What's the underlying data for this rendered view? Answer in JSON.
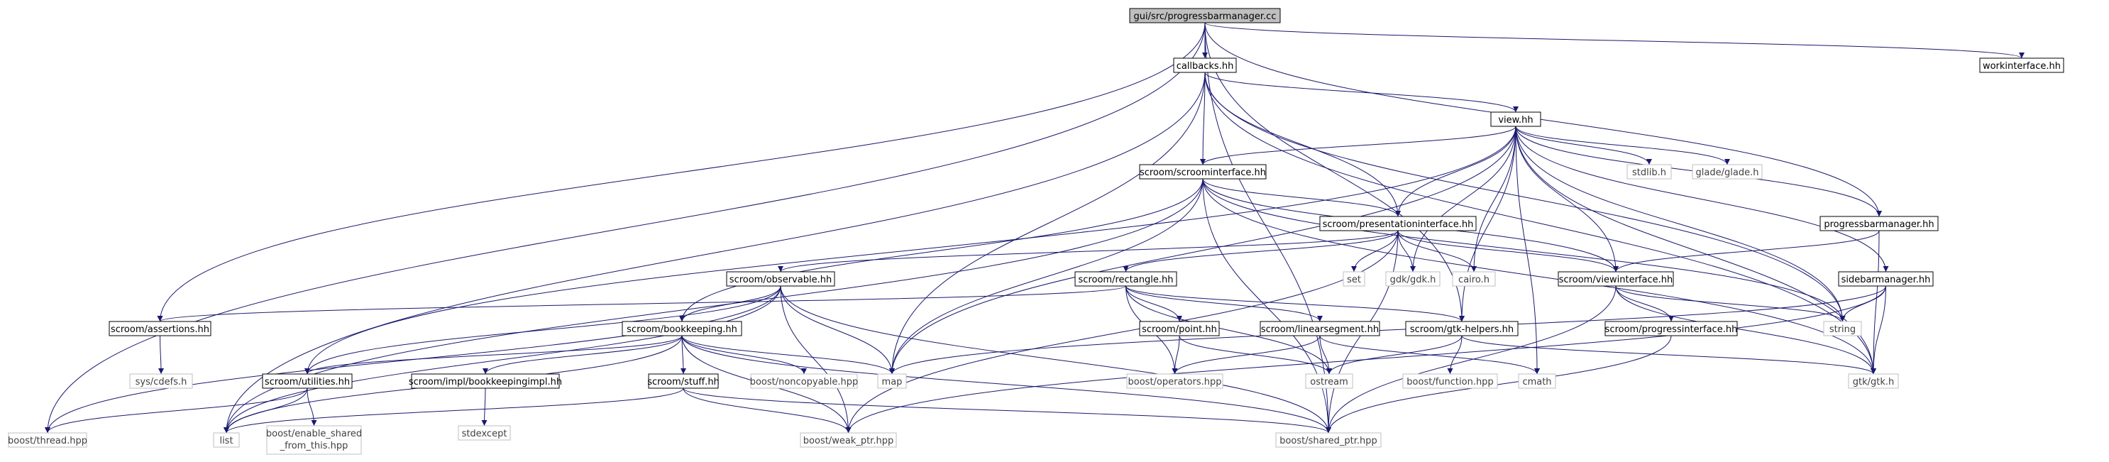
{
  "graph": {
    "colors": {
      "edge": "#191970",
      "root_fill": "#bfbfbf",
      "local_border": "#000000",
      "system_border": "#bfbfbf"
    },
    "nodes": {
      "progressbarmanager_cc": {
        "label": "gui/src/progressbarmanager.cc",
        "kind": "root"
      },
      "callbacks_hh": {
        "label": "callbacks.hh",
        "kind": "local"
      },
      "workinterface_hh": {
        "label": "workinterface.hh",
        "kind": "local"
      },
      "view_hh": {
        "label": "view.hh",
        "kind": "local"
      },
      "scroominterface_hh": {
        "label": "scroom/scroominterface.hh",
        "kind": "local"
      },
      "stdlib_h": {
        "label": "stdlib.h",
        "kind": "system"
      },
      "glade_h": {
        "label": "glade/glade.h",
        "kind": "system"
      },
      "presentationinterface_hh": {
        "label": "scroom/presentationinterface.hh",
        "kind": "local"
      },
      "progressbarmanager_hh": {
        "label": "progressbarmanager.hh",
        "kind": "local"
      },
      "observable_hh": {
        "label": "scroom/observable.hh",
        "kind": "local"
      },
      "rectangle_hh": {
        "label": "scroom/rectangle.hh",
        "kind": "local"
      },
      "set": {
        "label": "set",
        "kind": "system"
      },
      "gdk_h": {
        "label": "gdk/gdk.h",
        "kind": "system"
      },
      "cairo_h": {
        "label": "cairo.h",
        "kind": "system"
      },
      "viewinterface_hh": {
        "label": "scroom/viewinterface.hh",
        "kind": "local"
      },
      "sidebarmanager_hh": {
        "label": "sidebarmanager.hh",
        "kind": "local"
      },
      "assertions_hh": {
        "label": "scroom/assertions.hh",
        "kind": "local"
      },
      "bookkeeping_hh": {
        "label": "scroom/bookkeeping.hh",
        "kind": "local"
      },
      "point_hh": {
        "label": "scroom/point.hh",
        "kind": "local"
      },
      "linearsegment_hh": {
        "label": "scroom/linearsegment.hh",
        "kind": "local"
      },
      "gtkhelpers_hh": {
        "label": "scroom/gtk-helpers.hh",
        "kind": "local"
      },
      "progressinterface_hh": {
        "label": "scroom/progressinterface.hh",
        "kind": "local"
      },
      "string": {
        "label": "string",
        "kind": "system"
      },
      "cdefs_h": {
        "label": "sys/cdefs.h",
        "kind": "system"
      },
      "utilities_hh": {
        "label": "scroom/utilities.hh",
        "kind": "local"
      },
      "bookkeepingimpl_hh": {
        "label": "scroom/impl/bookkeepingimpl.hh",
        "kind": "local"
      },
      "stuff_hh": {
        "label": "scroom/stuff.hh",
        "kind": "local"
      },
      "noncopyable_hpp": {
        "label": "boost/noncopyable.hpp",
        "kind": "system"
      },
      "map": {
        "label": "map",
        "kind": "system"
      },
      "operators_hpp": {
        "label": "boost/operators.hpp",
        "kind": "system"
      },
      "ostream": {
        "label": "ostream",
        "kind": "system"
      },
      "function_hpp": {
        "label": "boost/function.hpp",
        "kind": "system"
      },
      "cmath": {
        "label": "cmath",
        "kind": "system"
      },
      "gtk_h": {
        "label": "gtk/gtk.h",
        "kind": "system"
      },
      "thread_hpp": {
        "label": "boost/thread.hpp",
        "kind": "system"
      },
      "list": {
        "label": "list",
        "kind": "system"
      },
      "enable_shared_hpp": {
        "label_line1": "boost/enable_shared",
        "label_line2": "_from_this.hpp",
        "kind": "system"
      },
      "stdexcept": {
        "label": "stdexcept",
        "kind": "system"
      },
      "weak_ptr_hpp": {
        "label": "boost/weak_ptr.hpp",
        "kind": "system"
      },
      "shared_ptr_hpp": {
        "label": "boost/shared_ptr.hpp",
        "kind": "system"
      }
    },
    "edges": [
      [
        "progressbarmanager_cc",
        "callbacks_hh"
      ],
      [
        "progressbarmanager_cc",
        "workinterface_hh"
      ],
      [
        "progressbarmanager_cc",
        "progressbarmanager_hh"
      ],
      [
        "progressbarmanager_cc",
        "assertions_hh"
      ],
      [
        "progressbarmanager_cc",
        "thread_hpp"
      ],
      [
        "progressbarmanager_cc",
        "shared_ptr_hpp"
      ],
      [
        "progressbarmanager_cc",
        "gtkhelpers_hh"
      ],
      [
        "callbacks_hh",
        "view_hh"
      ],
      [
        "callbacks_hh",
        "scroominterface_hh"
      ],
      [
        "callbacks_hh",
        "presentationinterface_hh"
      ],
      [
        "callbacks_hh",
        "gtk_h"
      ],
      [
        "callbacks_hh",
        "string"
      ],
      [
        "callbacks_hh",
        "map"
      ],
      [
        "callbacks_hh",
        "list"
      ],
      [
        "view_hh",
        "scroominterface_hh"
      ],
      [
        "view_hh",
        "stdlib_h"
      ],
      [
        "view_hh",
        "glade_h"
      ],
      [
        "view_hh",
        "presentationinterface_hh"
      ],
      [
        "view_hh",
        "progressbarmanager_hh"
      ],
      [
        "view_hh",
        "gdk_h"
      ],
      [
        "view_hh",
        "cairo_h"
      ],
      [
        "view_hh",
        "viewinterface_hh"
      ],
      [
        "view_hh",
        "sidebarmanager_hh"
      ],
      [
        "view_hh",
        "string"
      ],
      [
        "view_hh",
        "gtk_h"
      ],
      [
        "view_hh",
        "map"
      ],
      [
        "view_hh",
        "utilities_hh"
      ],
      [
        "view_hh",
        "cmath"
      ],
      [
        "view_hh",
        "gtkhelpers_hh"
      ],
      [
        "scroominterface_hh",
        "presentationinterface_hh"
      ],
      [
        "scroominterface_hh",
        "viewinterface_hh"
      ],
      [
        "scroominterface_hh",
        "bookkeeping_hh"
      ],
      [
        "scroominterface_hh",
        "string"
      ],
      [
        "scroominterface_hh",
        "gtk_h"
      ],
      [
        "scroominterface_hh",
        "map"
      ],
      [
        "scroominterface_hh",
        "list"
      ],
      [
        "scroominterface_hh",
        "shared_ptr_hpp"
      ],
      [
        "presentationinterface_hh",
        "observable_hh"
      ],
      [
        "presentationinterface_hh",
        "rectangle_hh"
      ],
      [
        "presentationinterface_hh",
        "set"
      ],
      [
        "presentationinterface_hh",
        "gdk_h"
      ],
      [
        "presentationinterface_hh",
        "cairo_h"
      ],
      [
        "presentationinterface_hh",
        "viewinterface_hh"
      ],
      [
        "presentationinterface_hh",
        "weak_ptr_hpp"
      ],
      [
        "presentationinterface_hh",
        "shared_ptr_hpp"
      ],
      [
        "progressbarmanager_hh",
        "viewinterface_hh"
      ],
      [
        "progressbarmanager_hh",
        "gtk_h"
      ],
      [
        "observable_hh",
        "bookkeeping_hh"
      ],
      [
        "observable_hh",
        "utilities_hh"
      ],
      [
        "observable_hh",
        "map"
      ],
      [
        "observable_hh",
        "list"
      ],
      [
        "observable_hh",
        "thread_hpp"
      ],
      [
        "observable_hh",
        "weak_ptr_hpp"
      ],
      [
        "observable_hh",
        "shared_ptr_hpp"
      ],
      [
        "rectangle_hh",
        "point_hh"
      ],
      [
        "rectangle_hh",
        "linearsegment_hh"
      ],
      [
        "rectangle_hh",
        "gtkhelpers_hh"
      ],
      [
        "rectangle_hh",
        "operators_hpp"
      ],
      [
        "rectangle_hh",
        "ostream"
      ],
      [
        "rectangle_hh",
        "assertions_hh"
      ],
      [
        "viewinterface_hh",
        "progressinterface_hh"
      ],
      [
        "viewinterface_hh",
        "gtk_h"
      ],
      [
        "viewinterface_hh",
        "string"
      ],
      [
        "viewinterface_hh",
        "shared_ptr_hpp"
      ],
      [
        "sidebarmanager_hh",
        "string"
      ],
      [
        "sidebarmanager_hh",
        "gtk_h"
      ],
      [
        "sidebarmanager_hh",
        "map"
      ],
      [
        "sidebarmanager_hh",
        "weak_ptr_hpp"
      ],
      [
        "assertions_hh",
        "cdefs_h"
      ],
      [
        "bookkeeping_hh",
        "utilities_hh"
      ],
      [
        "bookkeeping_hh",
        "bookkeepingimpl_hh"
      ],
      [
        "bookkeeping_hh",
        "stuff_hh"
      ],
      [
        "bookkeeping_hh",
        "noncopyable_hpp"
      ],
      [
        "bookkeeping_hh",
        "map"
      ],
      [
        "bookkeeping_hh",
        "list"
      ],
      [
        "bookkeeping_hh",
        "weak_ptr_hpp"
      ],
      [
        "bookkeeping_hh",
        "shared_ptr_hpp"
      ],
      [
        "point_hh",
        "operators_hpp"
      ],
      [
        "point_hh",
        "ostream"
      ],
      [
        "linearsegment_hh",
        "operators_hpp"
      ],
      [
        "linearsegment_hh",
        "ostream"
      ],
      [
        "linearsegment_hh",
        "cmath"
      ],
      [
        "gtkhelpers_hh",
        "ostream"
      ],
      [
        "gtkhelpers_hh",
        "function_hpp"
      ],
      [
        "gtkhelpers_hh",
        "gtk_h"
      ],
      [
        "progressinterface_hh",
        "shared_ptr_hpp"
      ],
      [
        "utilities_hh",
        "thread_hpp"
      ],
      [
        "utilities_hh",
        "list"
      ],
      [
        "utilities_hh",
        "enable_shared_hpp"
      ],
      [
        "bookkeepingimpl_hh",
        "stdexcept"
      ],
      [
        "stuff_hh",
        "list"
      ],
      [
        "stuff_hh",
        "weak_ptr_hpp"
      ],
      [
        "stuff_hh",
        "shared_ptr_hpp"
      ]
    ]
  }
}
